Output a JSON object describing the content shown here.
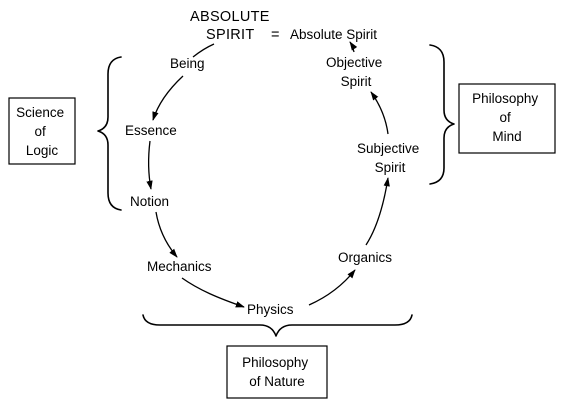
{
  "diagram": {
    "header": {
      "line1": "ABSOLUTE",
      "line2": "SPIRIT",
      "equals": "=",
      "line2_value": "Absolute Spirit"
    },
    "nodes": {
      "being": "Being",
      "essence": "Essence",
      "notion": "Notion",
      "mechanics": "Mechanics",
      "physics": "Physics",
      "organics": "Organics",
      "subjective_spirit": [
        "Subjective",
        "Spirit"
      ],
      "objective_spirit": [
        "Objective",
        "Spirit"
      ]
    },
    "boxes": {
      "science_of_logic": [
        "Science",
        "of",
        "Logic"
      ],
      "philosophy_of_mind": [
        "Philosophy",
        "of",
        "Mind"
      ],
      "philosophy_of_nature": [
        "Philosophy",
        "of Nature"
      ]
    }
  }
}
